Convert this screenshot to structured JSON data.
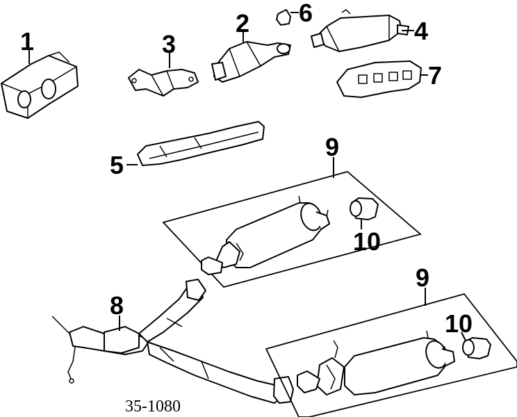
{
  "callouts": {
    "c1": "1",
    "c2": "2",
    "c3": "3",
    "c4": "4",
    "c5": "5",
    "c6": "6",
    "c7": "7",
    "c8": "8",
    "c9a": "9",
    "c10a": "10",
    "c9b": "9",
    "c10b": "10"
  },
  "reference_code": "35-1080"
}
